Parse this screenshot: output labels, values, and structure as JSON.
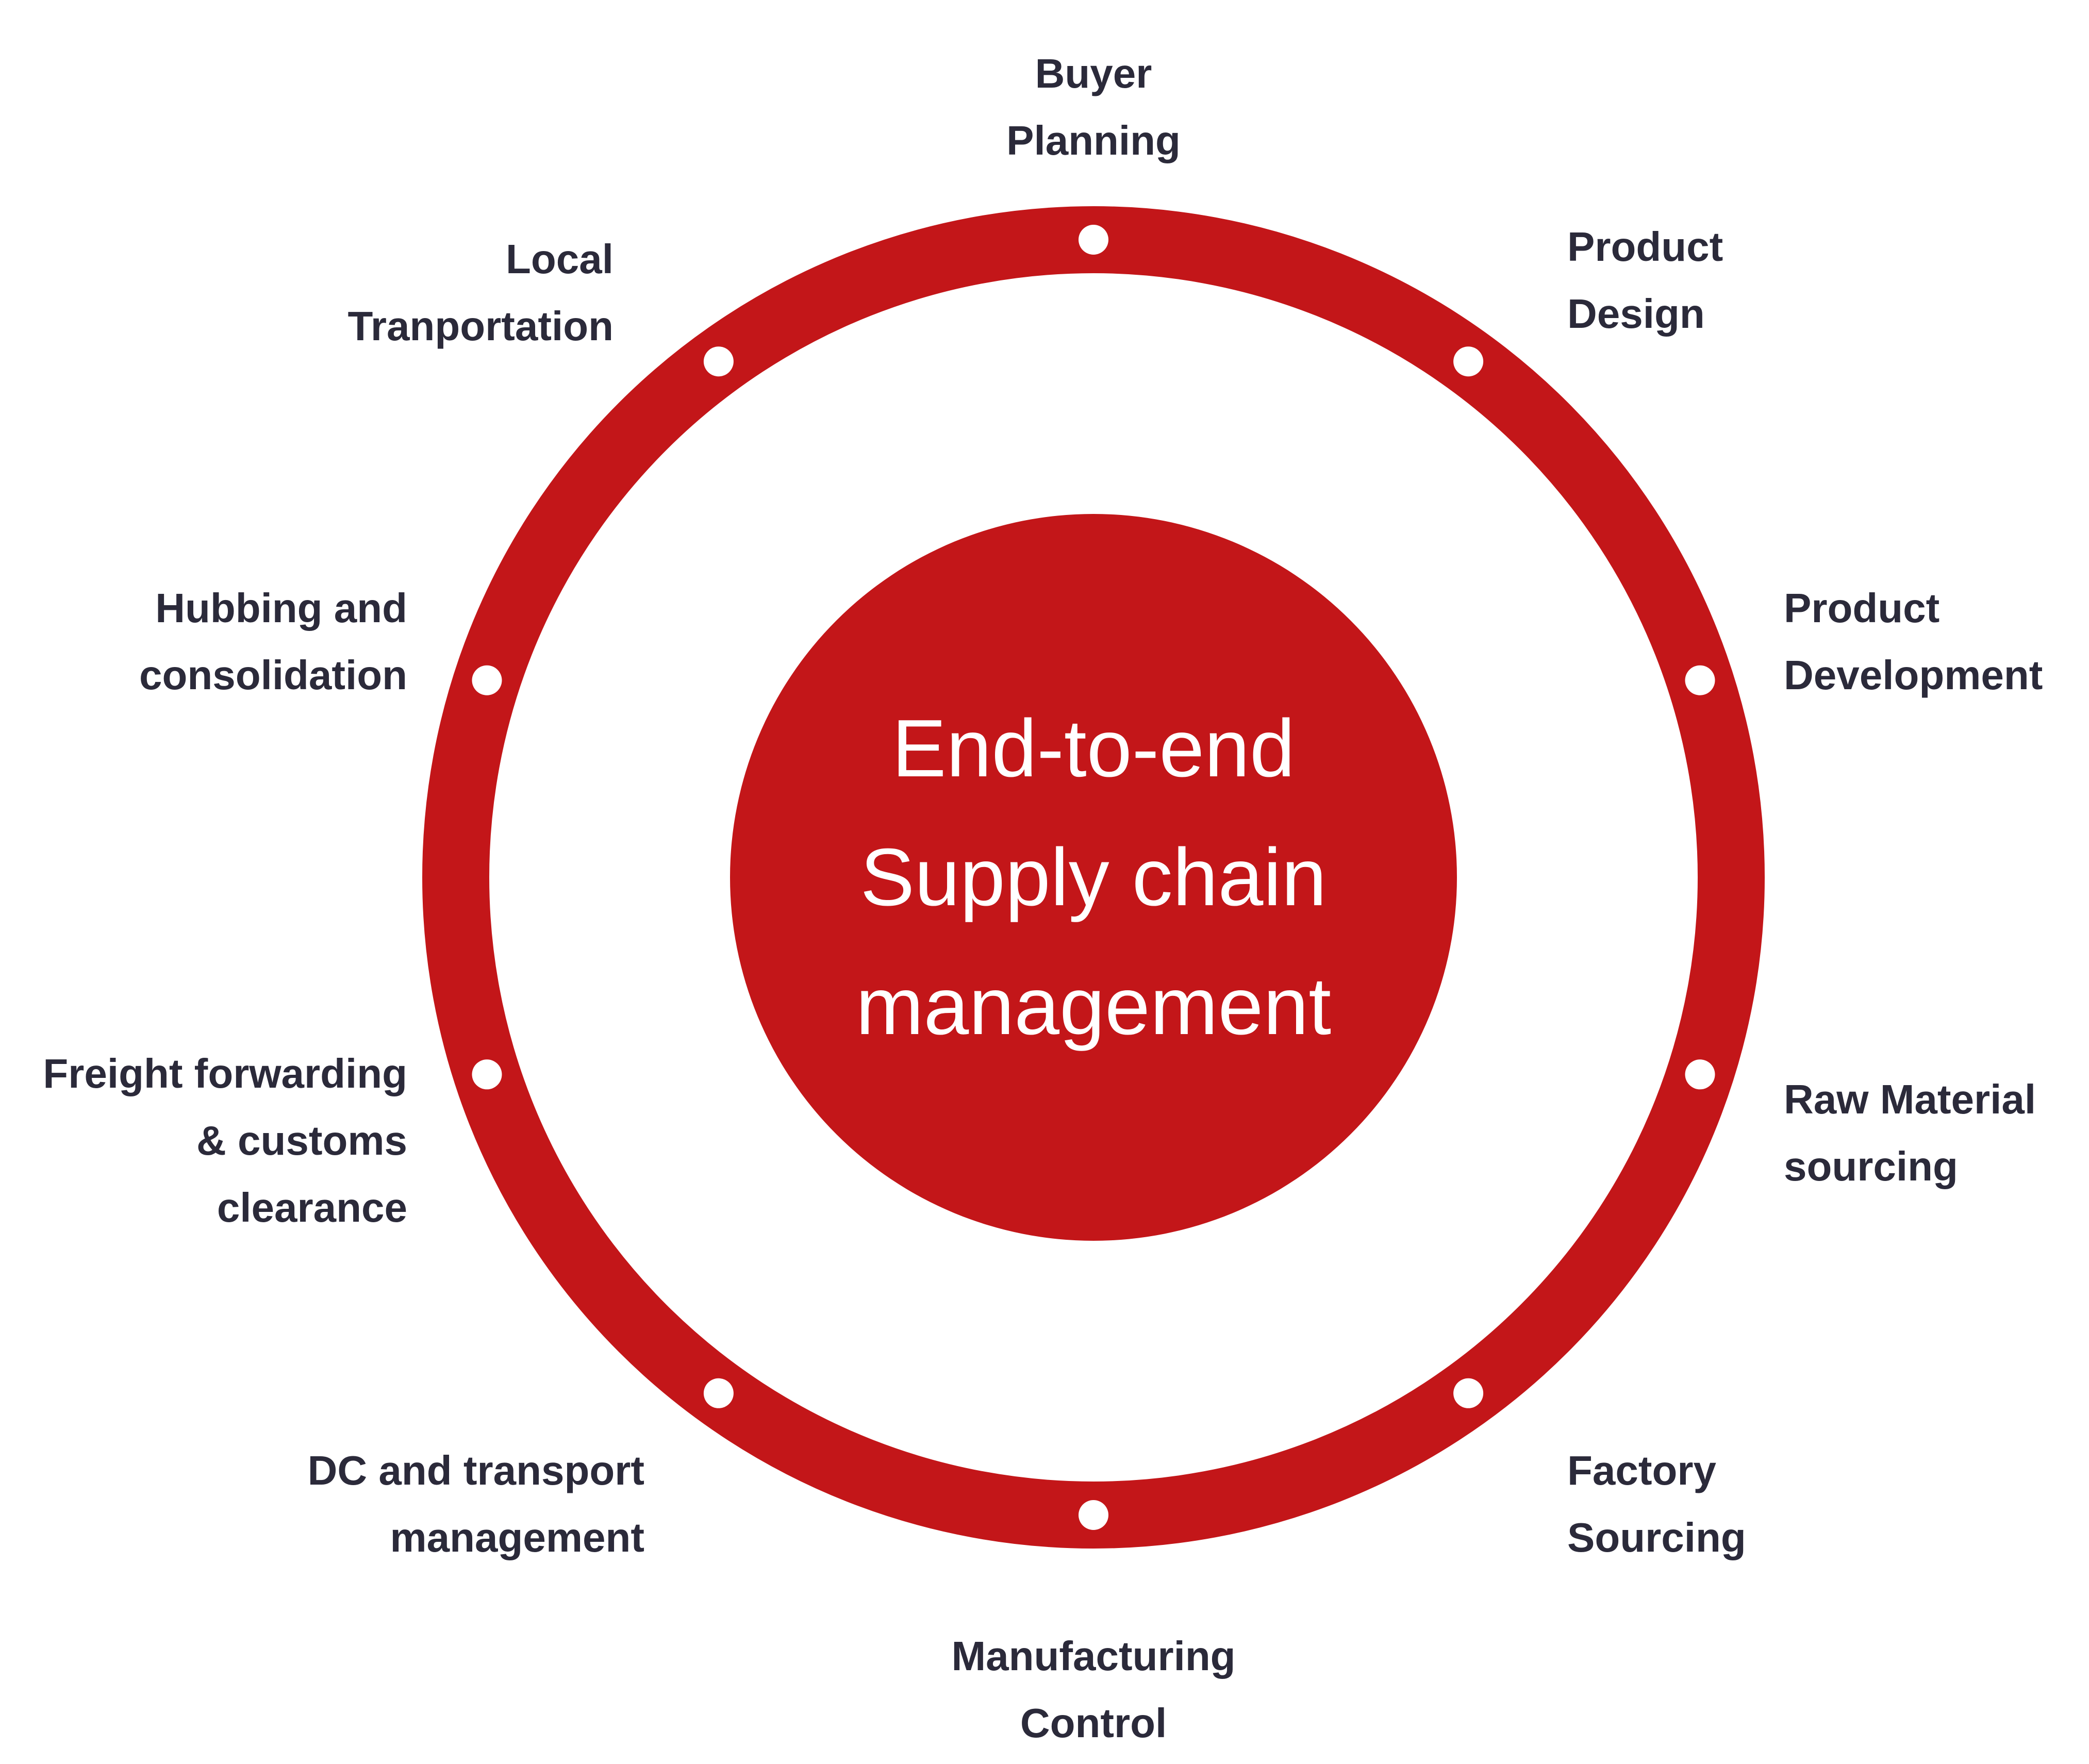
{
  "colors": {
    "ring": "#c31619",
    "center_fill": "#c31619",
    "node": "#ffffff",
    "label_text": "#2b2a3a",
    "center_text": "#ffffff",
    "background": "#ffffff"
  },
  "center": {
    "lines": [
      "End-to-end",
      "Supply chain",
      "management"
    ]
  },
  "stages": [
    {
      "id": "buyer-planning",
      "lines": [
        "Buyer",
        "Planning"
      ]
    },
    {
      "id": "product-design",
      "lines": [
        "Product",
        "Design"
      ]
    },
    {
      "id": "product-development",
      "lines": [
        "Product",
        "Development"
      ]
    },
    {
      "id": "raw-material-sourcing",
      "lines": [
        "Raw Material",
        "sourcing"
      ]
    },
    {
      "id": "factory-sourcing",
      "lines": [
        "Factory",
        "Sourcing"
      ]
    },
    {
      "id": "manufacturing-control",
      "lines": [
        "Manufacturing",
        "Control"
      ]
    },
    {
      "id": "dc-and-transport-management",
      "lines": [
        "DC and transport",
        "management"
      ]
    },
    {
      "id": "freight-forwarding-customs-clearance",
      "lines": [
        "Freight forwarding",
        "& customs",
        "clearance"
      ]
    },
    {
      "id": "hubbing-and-consolidation",
      "lines": [
        "Hubbing and",
        "consolidation"
      ]
    },
    {
      "id": "local-tranportation",
      "lines": [
        "Local",
        "Tranportation"
      ]
    }
  ]
}
